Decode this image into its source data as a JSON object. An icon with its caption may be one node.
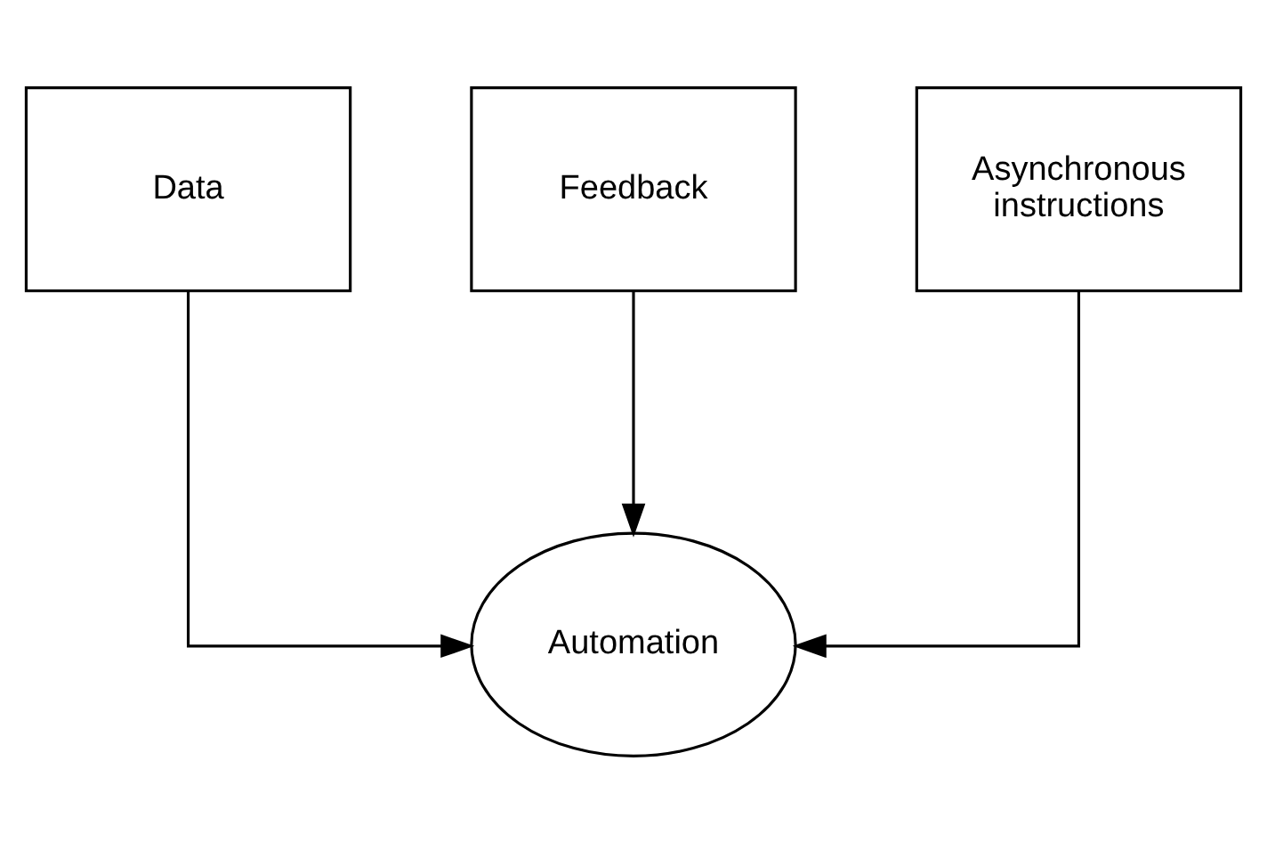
{
  "diagram": {
    "nodes": [
      {
        "text": [
          "Data"
        ]
      },
      {
        "text": [
          "Feedback"
        ]
      },
      {
        "text": [
          "Asynchronous instructions"
        ]
      },
      {
        "text": [
          "Automation"
        ]
      }
    ],
    "edges": [
      {
        "from": 0,
        "to": 3,
        "arrow": "to"
      },
      {
        "from": 1,
        "to": 3,
        "arrow": "to"
      },
      {
        "from": 2,
        "to": 3,
        "arrow": "to"
      }
    ]
  }
}
